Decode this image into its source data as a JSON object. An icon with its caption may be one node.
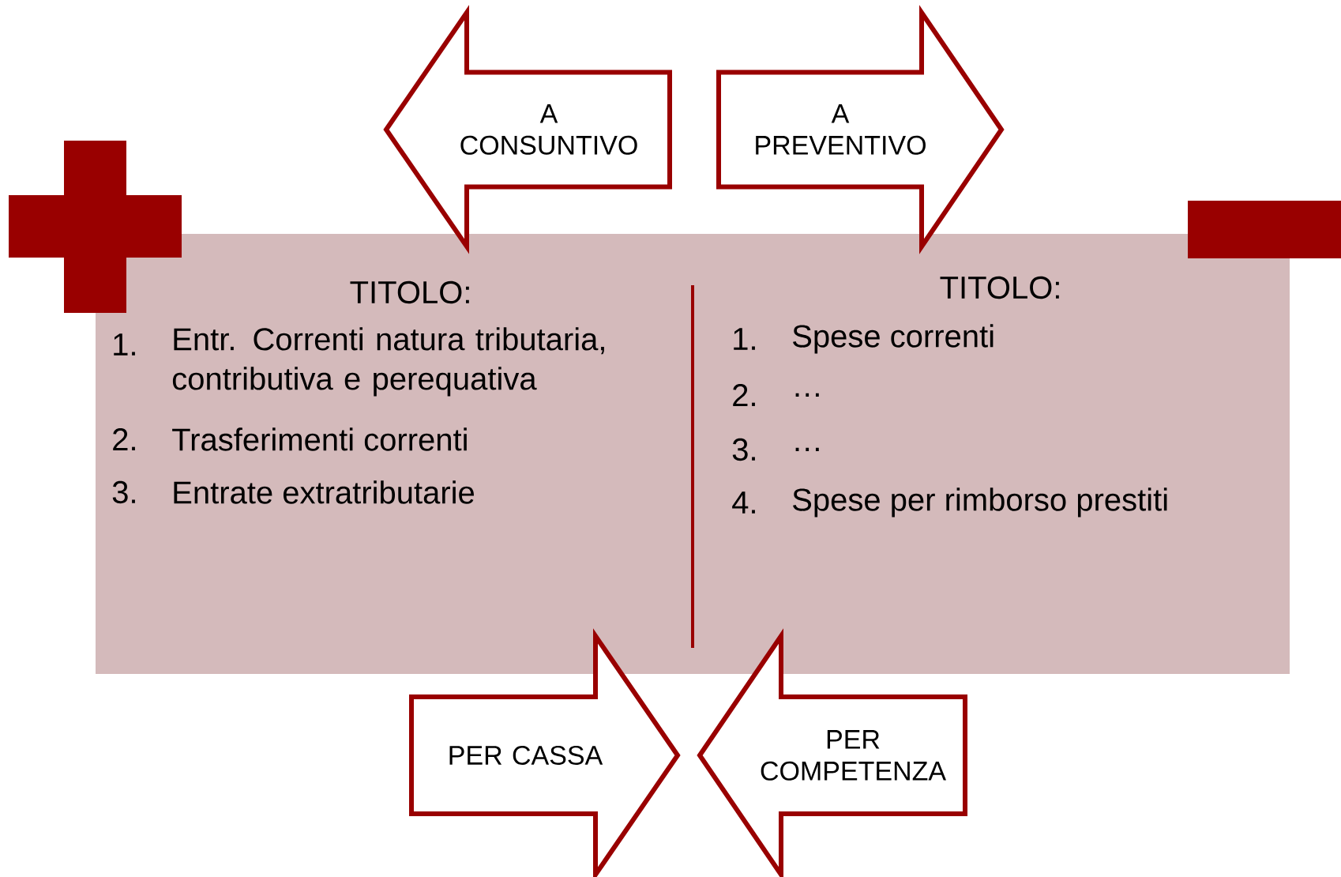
{
  "diagram": {
    "nodes": [
      {
        "text": [],
        "shape": "box"
      },
      {
        "text": [
          "A CONSUNTIVO"
        ]
      },
      {
        "text": [
          "A PREVENTIVO"
        ]
      },
      {
        "text": [
          "PER CASSA"
        ]
      },
      {
        "text": [
          "PER COMPETENZA"
        ]
      },
      {
        "text": [],
        "shape": "plus"
      },
      {
        "text": [],
        "shape": "minus"
      }
    ],
    "labels": [
      "TITOLO:",
      "1.",
      "Entr. Correnti natura tributaria, contributiva e perequativa",
      "2.",
      "Trasferimenti correnti",
      "3.",
      "Entrate extratributarie",
      "TITOLO:",
      "1.",
      "Spese correnti",
      "2.",
      "…",
      "3.",
      "…",
      "4.",
      "Spese per rimborso prestiti"
    ]
  }
}
